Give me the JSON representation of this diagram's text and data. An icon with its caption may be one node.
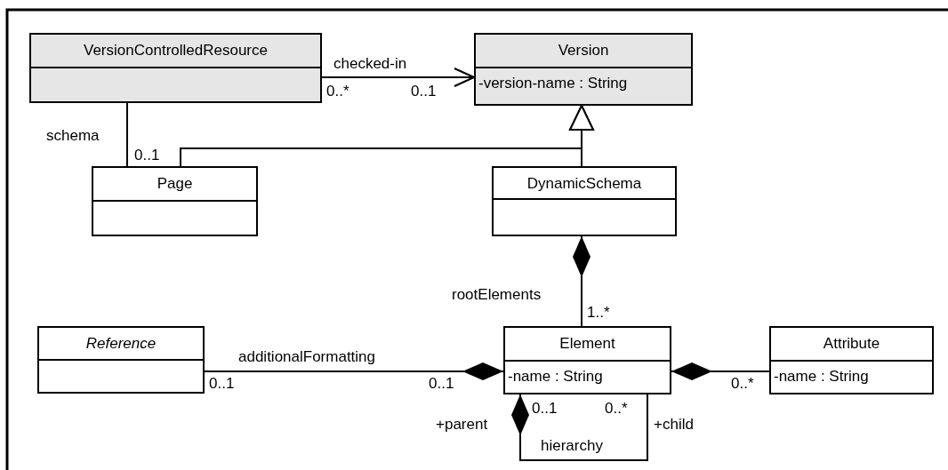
{
  "diagram": {
    "nodes": [
      {
        "text": [
          "VersionControlledResource"
        ]
      },
      {
        "text": [
          "Version",
          "-version-name : String"
        ]
      },
      {
        "text": [
          "Page"
        ]
      },
      {
        "text": [
          "DynamicSchema"
        ]
      },
      {
        "text": [
          "Reference"
        ]
      },
      {
        "text": [
          "Element",
          "-name : String"
        ]
      },
      {
        "text": [
          "Attribute",
          "-name : String"
        ]
      }
    ],
    "edges": [
      {
        "from": 0,
        "to": 1,
        "arrow": "to",
        "label": "checked-in"
      },
      {
        "from": 0,
        "to": 2,
        "arrow": "none",
        "label": "schema"
      },
      {
        "from": 2,
        "to": 1,
        "arrow": "to"
      },
      {
        "from": 3,
        "to": 1,
        "arrow": "to"
      },
      {
        "from": 3,
        "to": 5,
        "arrow": "other",
        "label": "rootElements"
      },
      {
        "from": 5,
        "to": 4,
        "arrow": "other",
        "label": "additionalFormatting"
      },
      {
        "from": 5,
        "to": 6,
        "arrow": "other"
      },
      {
        "from": 5,
        "to": 5,
        "arrow": "other",
        "label": "hierarchy"
      }
    ],
    "labels": [
      "0..*",
      "0..1",
      "0..1",
      "1..*",
      "0..1",
      "0..1",
      "0..*",
      "0..1",
      "0..*",
      "+parent",
      "+child"
    ]
  }
}
